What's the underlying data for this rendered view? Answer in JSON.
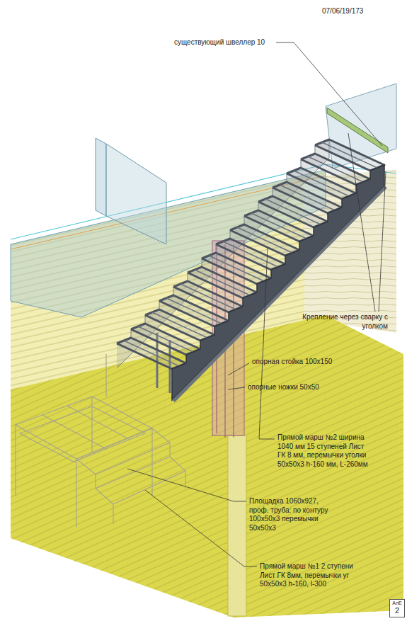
{
  "diagram": {
    "nodes": [
      {
        "text": [
          "АлЕ",
          "2"
        ]
      }
    ],
    "labels": [
      "07/06/19/173",
      "существующий швеллер 10",
      "Крепление через сварку с уголком",
      "опорная стойка 100х150",
      "опорные ножки 50х50",
      "Прямой марш №2 ширина 1040 мм 15 ступеней Лист ГК 8 мм, перемычки уголки 50х50х3 h-160 мм, L-260мм",
      "Площадка 1060х927, проф. труба: по контуру 100х50х3 перемычки 50х50х3",
      "Прямой марш №1 2 ступени Лист ГК 8мм, перемычки уг 50х50х3 h-160, l-300"
    ]
  }
}
